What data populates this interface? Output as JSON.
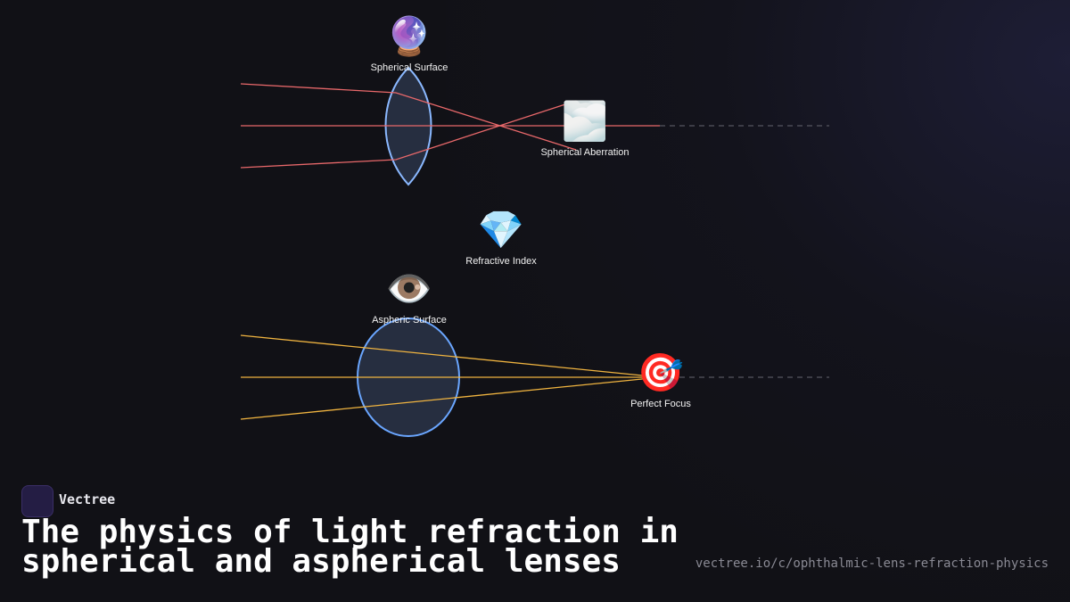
{
  "nodes": {
    "spherical_surface": {
      "icon": "crystal-ball-icon",
      "emoji": "🔮",
      "label": "Spherical Surface"
    },
    "spherical_aberration": {
      "icon": "fog-icon",
      "emoji": "🌫️",
      "label": "Spherical Aberration"
    },
    "refractive_index": {
      "icon": "gem-icon",
      "emoji": "💎",
      "label": "Refractive Index"
    },
    "aspheric_surface": {
      "icon": "eye-icon",
      "emoji": "👁️",
      "label": "Aspheric Surface"
    },
    "perfect_focus": {
      "icon": "target-icon",
      "emoji": "🎯",
      "label": "Perfect Focus"
    }
  },
  "colors": {
    "spherical_rays": "#e8686a",
    "aspheric_rays": "#f0b440",
    "lens_stroke": "#8ab8ff",
    "lens_fill": "#2a3448"
  },
  "footer": {
    "brand": "Vectree",
    "title": "The physics of light refraction in spherical and aspherical lenses",
    "url": "vectree.io/c/ophthalmic-lens-refraction-physics"
  }
}
